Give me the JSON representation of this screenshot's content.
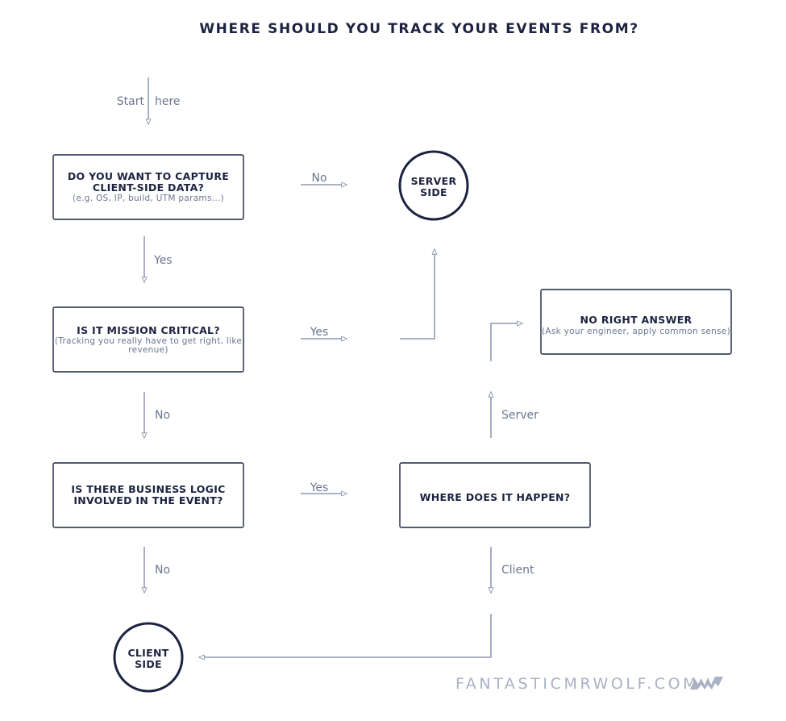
{
  "title": "WHERE SHOULD YOU TRACK YOUR EVENTS FROM?",
  "start": {
    "left": "Start",
    "right": "here"
  },
  "nodes": {
    "q1": {
      "lines": [
        "DO YOU WANT TO CAPTURE",
        "CLIENT-SIDE DATA?"
      ],
      "sub": [
        "(e.g. OS, IP, build, UTM params...)"
      ]
    },
    "q2": {
      "lines": [
        "IS IT MISSION CRITICAL?"
      ],
      "sub": [
        "(Tracking you really have to get right, like",
        "revenue)"
      ]
    },
    "q3": {
      "lines": [
        "IS THERE BUSINESS LOGIC",
        "INVOLVED IN THE EVENT?"
      ]
    },
    "q4": {
      "lines": [
        "WHERE DOES IT HAPPEN?"
      ]
    },
    "server_side": {
      "lines": [
        "SERVER",
        "SIDE"
      ]
    },
    "client_side": {
      "lines": [
        "CLIENT",
        "SIDE"
      ]
    },
    "no_right_answer": {
      "lines": [
        "NO RIGHT ANSWER"
      ],
      "sub": [
        "(Ask your engineer, apply common sense)"
      ]
    }
  },
  "edge_labels": {
    "q1_no": "No",
    "q1_yes": "Yes",
    "q2_yes": "Yes",
    "q2_no": "No",
    "q3_yes": "Yes",
    "q3_no": "No",
    "q4_server": "Server",
    "q4_client": "Client"
  },
  "footer": {
    "site": "FANTASTICMRWOLF.COM"
  },
  "icons": {
    "logo": "wolf-logo-icon"
  },
  "colors": {
    "ink": "#1c2340",
    "muted": "#6b7691",
    "line": "#7a84a0",
    "footer": "#a9b1c4"
  }
}
